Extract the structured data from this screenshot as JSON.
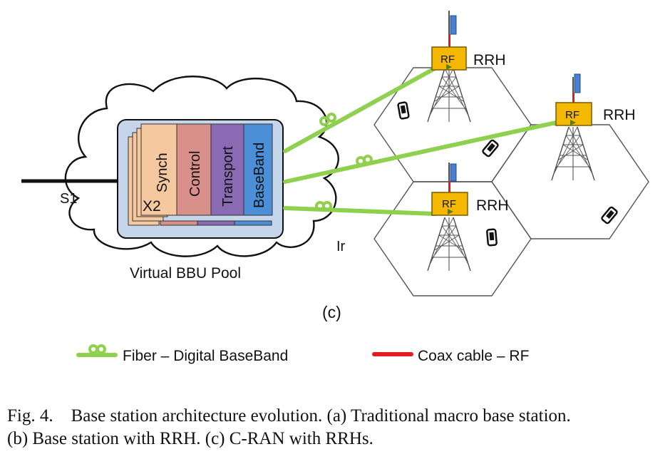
{
  "diagram": {
    "pool_label": "Virtual BBU Pool",
    "s1_label": "S1",
    "ir_label": "Ir",
    "layers": [
      "X2",
      "Synch",
      "Control",
      "Transport",
      "BaseBand"
    ],
    "rf_label": "RF",
    "rrh_label": "RRH",
    "sub_label": "(c)",
    "colors": {
      "synch": "#f6c8a0",
      "control": "#d9908a",
      "transport": "#8a6bb3",
      "baseband": "#4a8fd8",
      "pool_bg": "#c6d6ea",
      "fiber": "#8fd14f",
      "coax": "#e31b23",
      "rf_box": "#f5b800"
    }
  },
  "legend": {
    "fiber": "Fiber – Digital BaseBand",
    "coax": "Coax cable – RF"
  },
  "caption": {
    "line1": "Fig. 4.    Base station architecture evolution. (a) Traditional macro base station.",
    "line2": "(b) Base station with RRH. (c) C-RAN with RRHs."
  }
}
